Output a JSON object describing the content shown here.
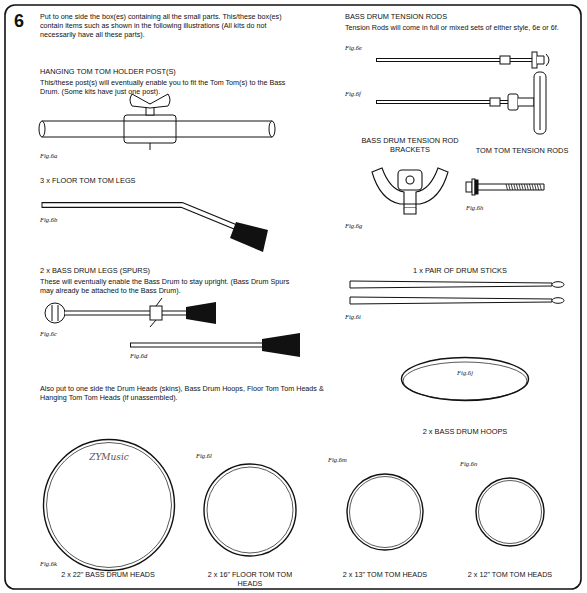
{
  "diagram": {
    "nodes": [
      {
        "text": [
          "Fig.6j"
        ]
      },
      {
        "text": [
          "ZYMusic"
        ]
      }
    ],
    "labels": [
      "6",
      "Put to one side the box(es) containing all the small parts. This/these box(es) contain items such as shown in the following illustrations (All kits do not necessarily have all these parts).",
      "HANGING TOM TOM HOLDER POST(S)",
      "This/these post(s) will eventually enable you to fit the Tom Tom(s) to the Bass Drum. (Some kits have just one post).",
      "Fig.6a",
      "3 x FLOOR TOM TOM LEGS",
      "Fig.6b",
      "2 x BASS DRUM LEGS (SPURS)",
      "These will eventually enable the Bass Drum to stay upright. (Bass Drum Spurs may already be attached to the Bass Drum).",
      "Fig.6c",
      "Fig.6d",
      "Also put to one side the Drum Heads (skins), Bass Drum Hoops, Floor Tom Tom Heads & Hanging Tom Tom Heads (if unassembled).",
      "BASS DRUM TENSION RODS",
      "Tension Rods will come in full or mixed sets of either style, 6e or 6f.",
      "Fig.6e",
      "Fig.6f",
      "BASS DRUM TENSION ROD BRACKETS",
      "TOM TOM TENSION RODS",
      "Fig.6g",
      "Fig.6h",
      "1 x PAIR OF DRUM STICKS",
      "Fig.6i",
      "2 x BASS DRUM HOOPS",
      "Fig.6k",
      "2 x 22\" BASS DRUM HEADS",
      "Fig.6l",
      "2 x 16\" FLOOR TOM TOM HEADS",
      "Fig.6m",
      "2 x 13\" TOM TOM HEADS",
      "Fig.6n",
      "2 x 12\" TOM TOM HEADS"
    ]
  }
}
